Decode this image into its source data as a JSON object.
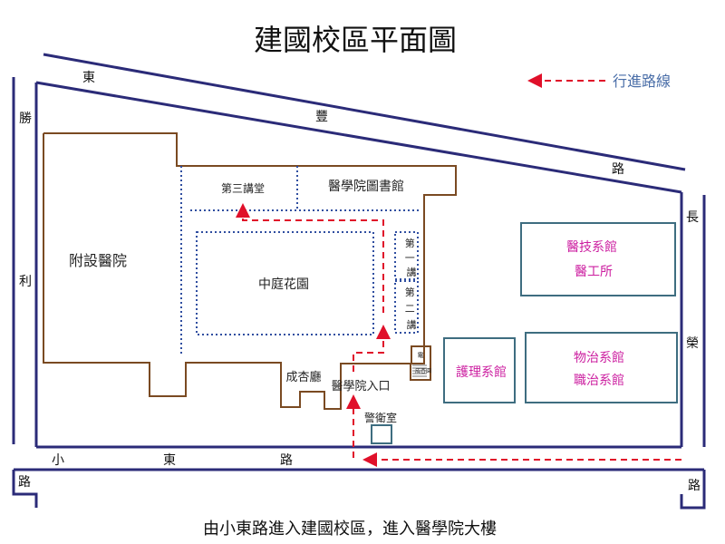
{
  "title": "建國校區平面圖",
  "legend": {
    "label": "行進路線"
  },
  "caption": "由小東路進入建國校區，進入醫學院大樓",
  "roads": {
    "dong": "東",
    "feng": "豐",
    "lu_top": "路",
    "sheng": "勝",
    "li": "利",
    "chang": "長",
    "rong": "榮",
    "xiao": "小",
    "dong_bottom": "東",
    "lu_bottom": "路",
    "lu_left": "路",
    "lu_right": "路"
  },
  "buildings": {
    "hospital": "附設醫院",
    "lecture3": "第三講堂",
    "library": "醫學院圖書館",
    "garden": "中庭花園",
    "lecture1": "第一講堂",
    "lecture2": "第二講堂",
    "chengxing": "成杏廳",
    "entrance": "醫學院入口",
    "guard": "警衛室",
    "small_label_1": "電",
    "small_label_2": "成杏園",
    "medtech": "醫技系館",
    "medeng": "醫工所",
    "nursing": "護理系館",
    "physio": "物治系館",
    "occup": "職治系館"
  },
  "colors": {
    "road": "#2b2b78",
    "building": "#7a4a22",
    "dotted": "#2f4ea0",
    "route": "#e0102a",
    "box": "#3e6d80",
    "magenta": "#cc1fa0",
    "legend_text": "#4a6ea8"
  }
}
